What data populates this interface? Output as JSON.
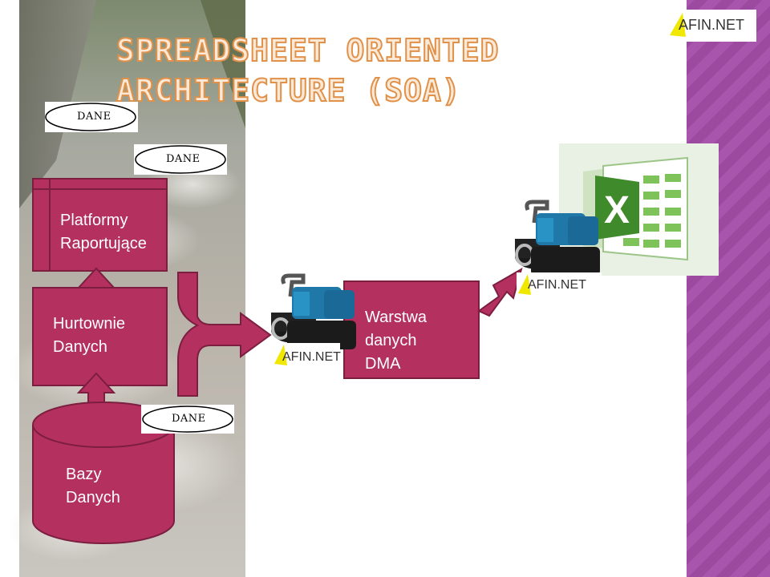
{
  "title": {
    "line1": "Spreadsheet Oriented",
    "line2": "Architecture (SOA)"
  },
  "blocks": {
    "platformy": {
      "line1": "Platformy",
      "line2": "Raportujące"
    },
    "hurtownie": {
      "line1": "Hurtownie",
      "line2": "Danych"
    },
    "bazy": {
      "line1": "Bazy",
      "line2": "Danych"
    },
    "warstwa": {
      "line1": "Warstwa",
      "line2": "danych",
      "line3": "DMA"
    }
  },
  "dane_labels": {
    "label1": "DANE",
    "label2": "DANE",
    "label3": "DANE"
  },
  "logos": {
    "top": {
      "brand": "FIN.NET",
      "letter": "A"
    },
    "pump1": {
      "brand": "FIN.NET",
      "letter": "A"
    },
    "pump2": {
      "brand": "FIN.NET",
      "letter": "A"
    }
  },
  "colors": {
    "block_fill": "#b4305f",
    "block_stroke": "#7c1e40",
    "sidebar_purple": "#9a3e9e",
    "title_orange": "#e0914a",
    "excel_green": "#3f8a2a"
  },
  "icons": [
    "river-photo",
    "water-pump-icon",
    "excel-icon",
    "afin-logo"
  ]
}
